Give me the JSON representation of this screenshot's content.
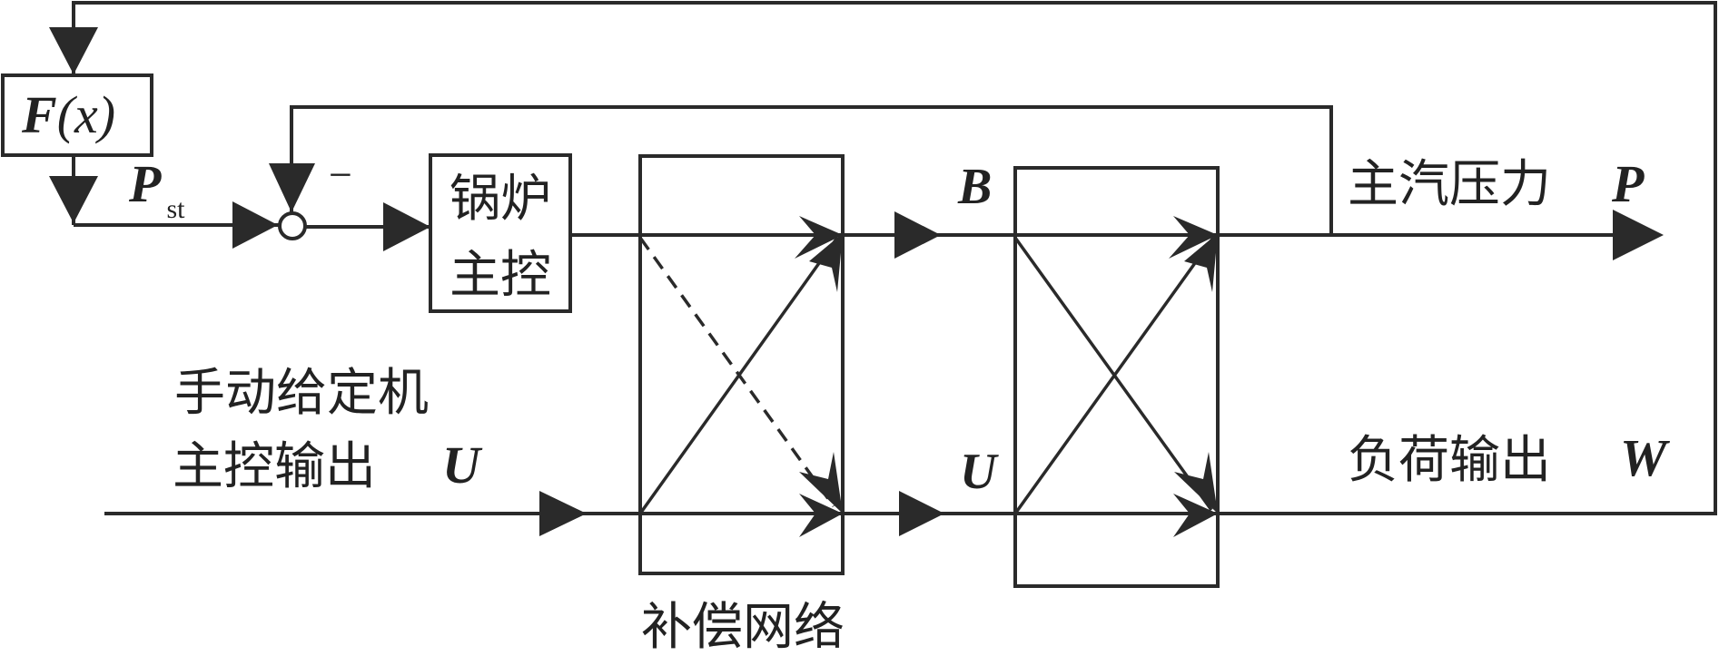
{
  "diagram": {
    "fx_block": {
      "func": "F",
      "arg": "(x)",
      "arg_open": "(",
      "arg_var": "x",
      "arg_close": ")"
    },
    "setpoint": {
      "symbol": "P",
      "subscript": "st"
    },
    "summing_junction": {
      "sign": "−"
    },
    "boiler_master": {
      "line1": "锅炉",
      "line2": "主控"
    },
    "manual_input": {
      "line1": "手动给定机",
      "line2": "主控输出",
      "symbol": "U"
    },
    "compensation_network": {
      "label": "补偿网络"
    },
    "signal_b": "B",
    "signal_u": "U",
    "output_pressure": {
      "label": "主汽压力",
      "symbol": "P"
    },
    "output_load": {
      "label": "负荷输出",
      "symbol": "W"
    }
  },
  "colors": {
    "line": "#2a2a2a",
    "background": "#ffffff"
  }
}
